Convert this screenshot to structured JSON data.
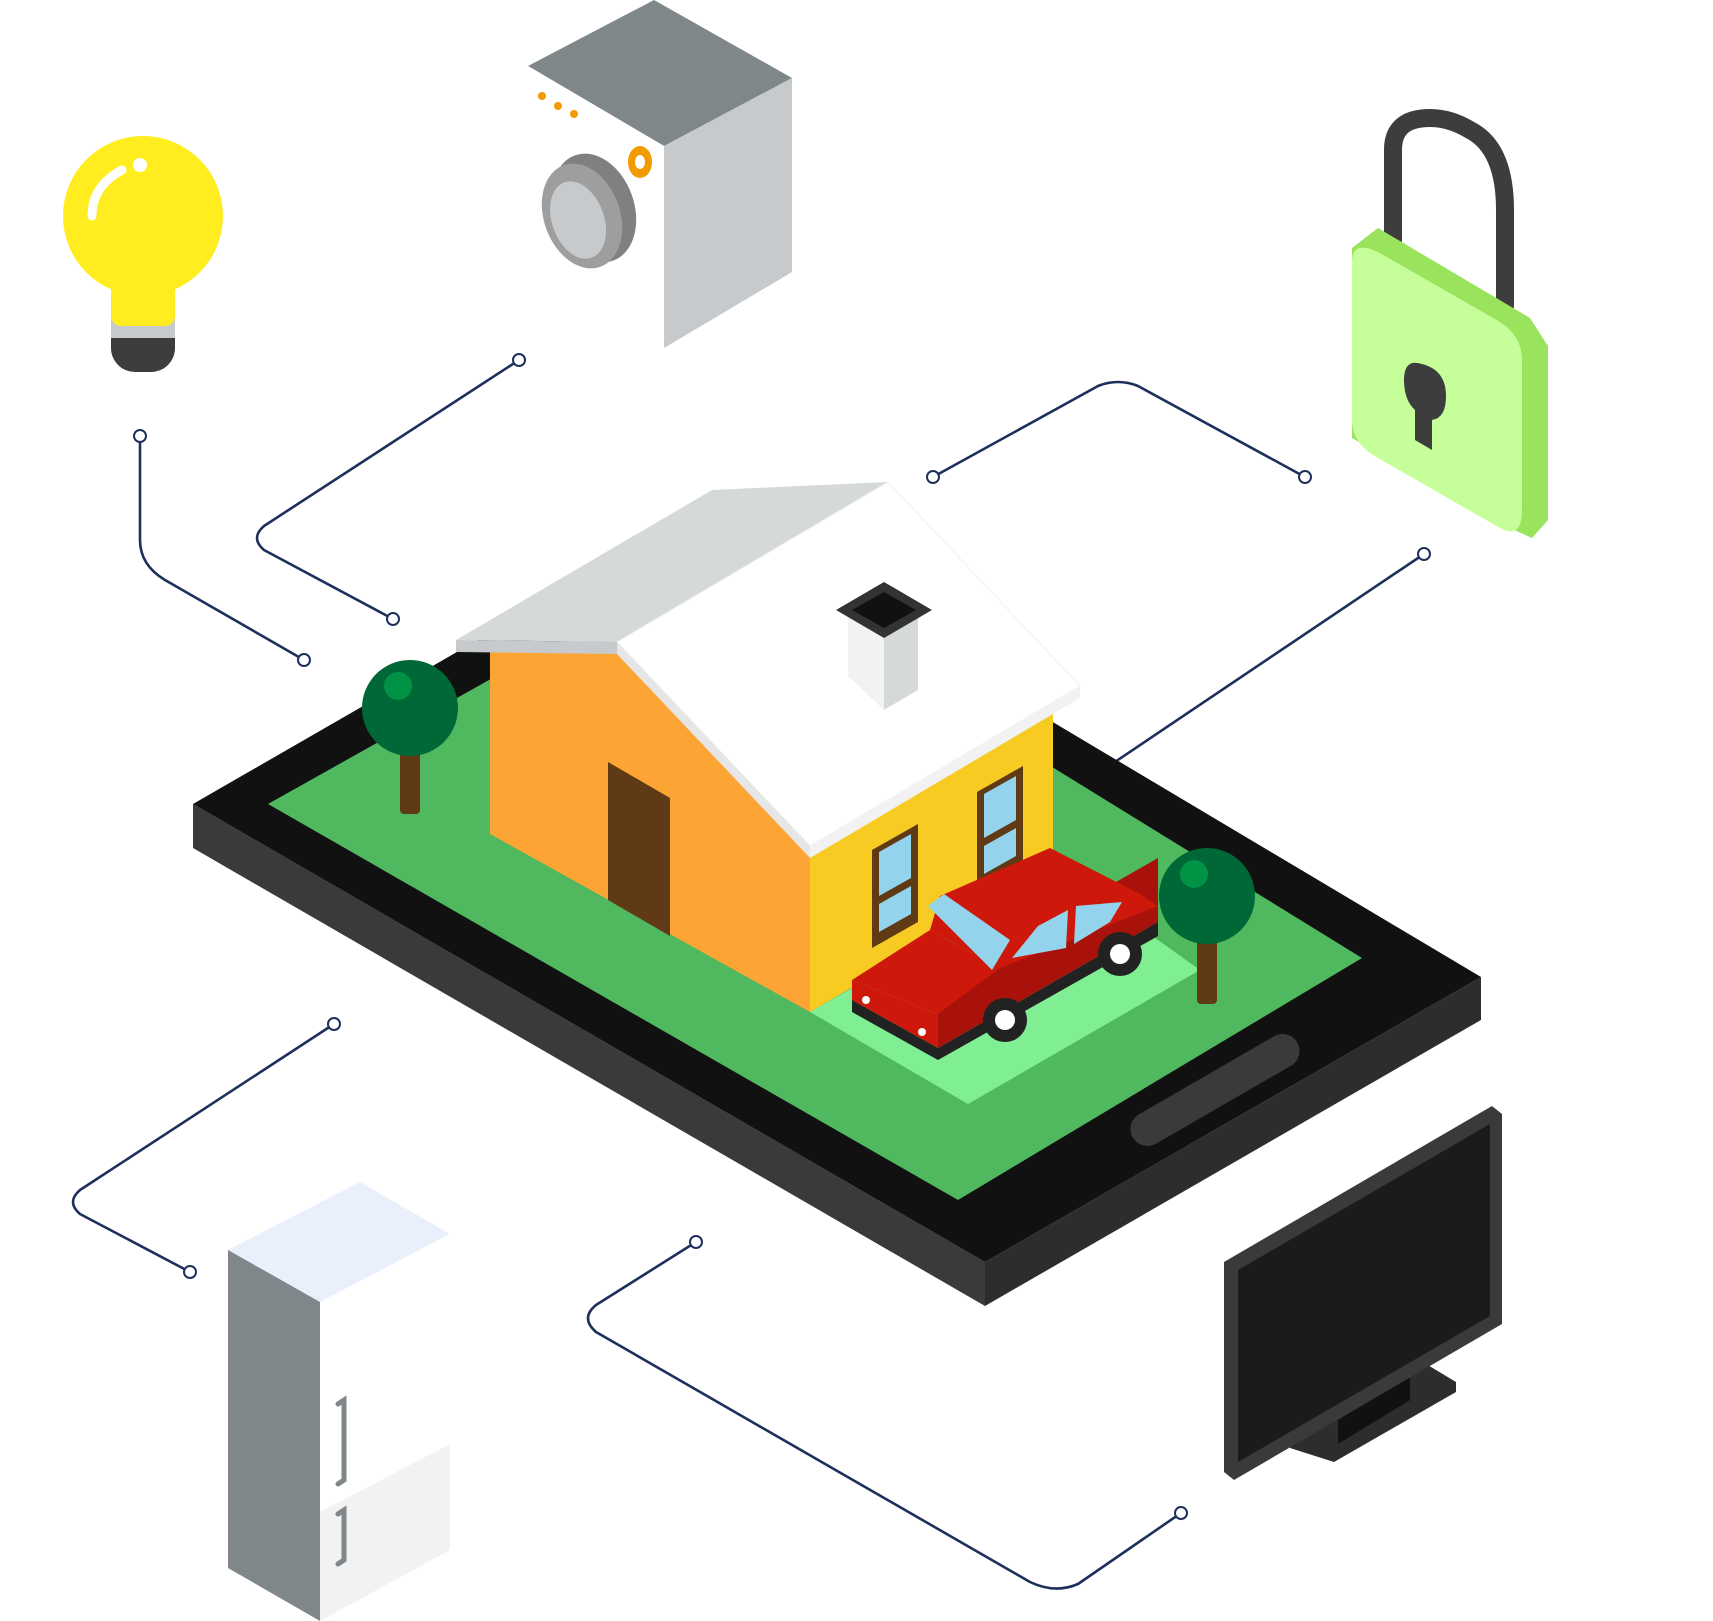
{
  "scene": {
    "subject": "smart-home-isometric-illustration",
    "devices": [
      {
        "id": "light-bulb",
        "icon": "light-bulb-icon"
      },
      {
        "id": "washing-machine",
        "icon": "washing-machine-icon"
      },
      {
        "id": "padlock",
        "icon": "padlock-icon"
      },
      {
        "id": "refrigerator",
        "icon": "refrigerator-icon"
      },
      {
        "id": "television",
        "icon": "television-icon"
      },
      {
        "id": "car",
        "icon": "car-icon"
      },
      {
        "id": "house",
        "icon": "house-icon"
      },
      {
        "id": "tablet",
        "icon": "tablet-icon"
      }
    ]
  },
  "colors": {
    "background": "#ffffff",
    "wire": "#1f2f5c",
    "tablet_top": "#111111",
    "tablet_side": "#2d2d2b",
    "grass": "#50b85e",
    "grass_light": "#80ee93",
    "house_orange": "#fca534",
    "house_yellow": "#f7cb22",
    "roof_white": "#ffffff",
    "roof_grey": "#d5d9d9",
    "door_brown": "#603915",
    "window_blue": "#94d3ec",
    "car_red": "#cd180b",
    "tree_green": "#006837",
    "bulb_yellow": "#ffed1f",
    "lock_green": "#c6ff99",
    "lock_green_dark": "#99e35d",
    "fridge_grey": "#80878a",
    "tv_black": "#1b1b1b",
    "washer_grey": "#c7cacd",
    "washer_accent": "#f29b00"
  }
}
